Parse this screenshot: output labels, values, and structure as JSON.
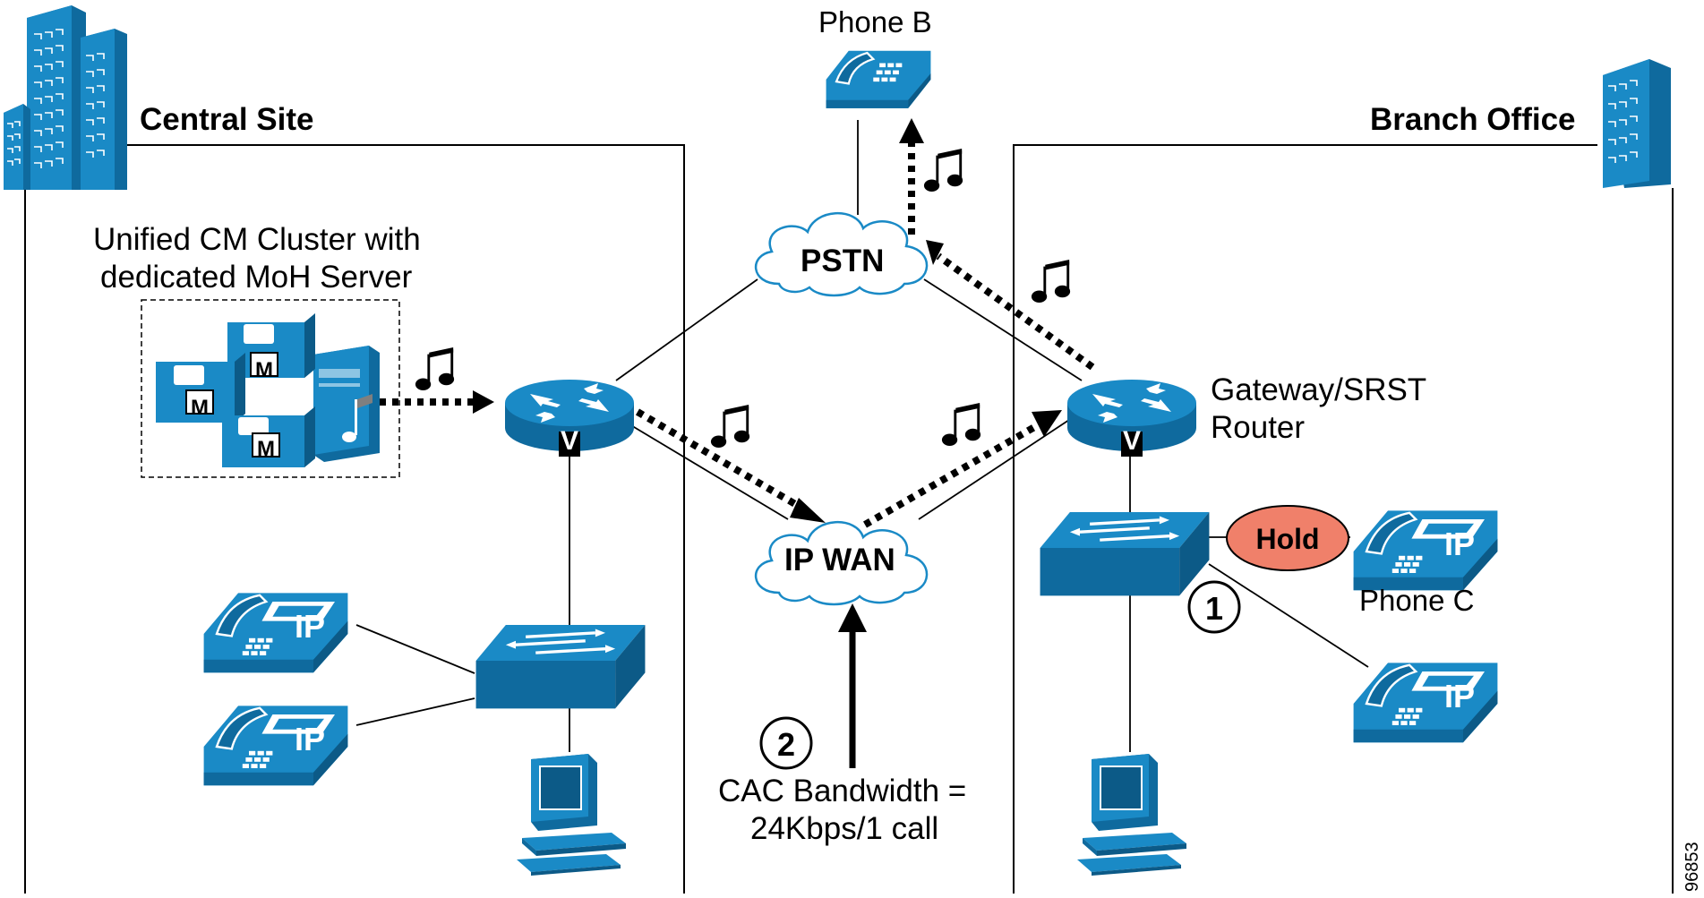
{
  "sites": {
    "central": "Central Site",
    "branch": "Branch Office"
  },
  "cluster": {
    "line1": "Unified CM Cluster with",
    "line2": "dedicated MoH Server",
    "server_badge": "M"
  },
  "clouds": {
    "pstn": "PSTN",
    "wan": "IP WAN"
  },
  "phones": {
    "phone_b": "Phone B",
    "phone_c": "Phone C",
    "ip_badge": "IP"
  },
  "router": {
    "badge": "V",
    "gateway_line1": "Gateway/SRST",
    "gateway_line2": "Router"
  },
  "hold": "Hold",
  "steps": {
    "one": "1",
    "two": "2"
  },
  "cac": {
    "line1": "CAC Bandwidth =",
    "line2": "24Kbps/1 call"
  },
  "figure_id": "96853",
  "colors": {
    "device_blue": "#1a8ac6",
    "device_dark": "#0f6a9e",
    "hold_fill": "#f0806a"
  }
}
